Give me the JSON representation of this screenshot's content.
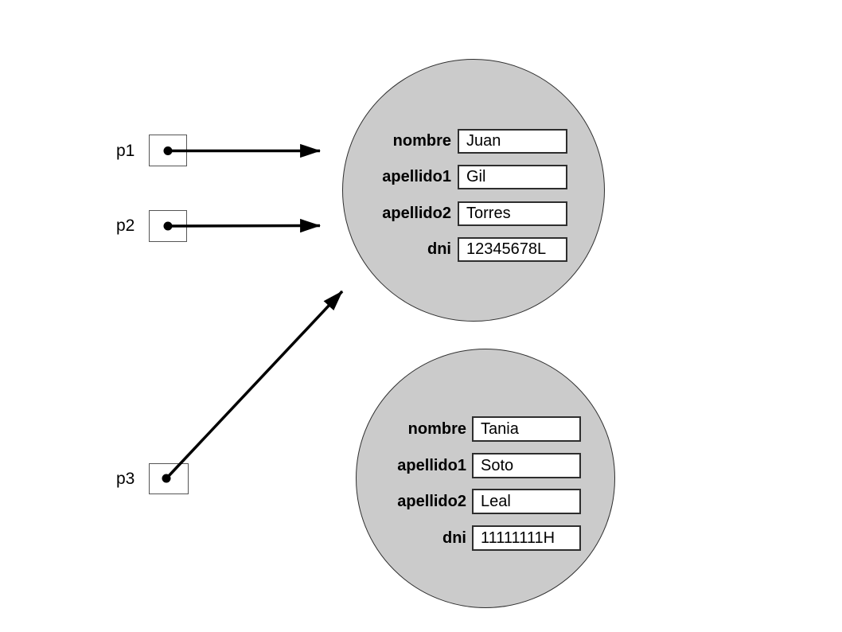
{
  "diagram": {
    "kind": "object-reference-diagram",
    "pointers": [
      {
        "id": "p1",
        "label": "p1",
        "points_to": "object-1"
      },
      {
        "id": "p2",
        "label": "p2",
        "points_to": "object-1"
      },
      {
        "id": "p3",
        "label": "p3",
        "points_to": "object-1"
      }
    ],
    "objects": [
      {
        "id": "object-1",
        "fields": [
          {
            "label": "nombre",
            "value": "Juan"
          },
          {
            "label": "apellido1",
            "value": "Gil"
          },
          {
            "label": "apellido2",
            "value": "Torres"
          },
          {
            "label": "dni",
            "value": "12345678L"
          }
        ]
      },
      {
        "id": "object-2",
        "fields": [
          {
            "label": "nombre",
            "value": "Tania"
          },
          {
            "label": "apellido1",
            "value": "Soto"
          },
          {
            "label": "apellido2",
            "value": "Leal"
          },
          {
            "label": "dni",
            "value": "11111111H"
          }
        ]
      }
    ],
    "colors": {
      "background": "#ffffff",
      "object_fill": "#cbcbcb",
      "object_stroke": "#2f2f2f",
      "value_box_fill": "#ffffff",
      "value_box_border": "#2e2e2e",
      "pointer_box_border": "#555555",
      "arrow": "#000000"
    }
  }
}
